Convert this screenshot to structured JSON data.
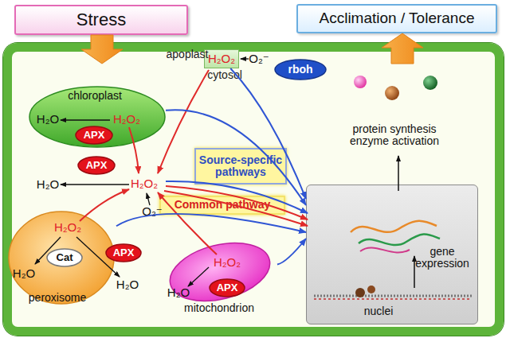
{
  "diagram": {
    "nodes": [
      {
        "text": [
          "Stress"
        ]
      },
      {
        "text": [
          "Acclimation / Tolerance"
        ]
      },
      {
        "text": [
          "apoplast",
          "cytosol"
        ]
      },
      {
        "text": [
          "H₂O₂"
        ],
        "in": 2
      },
      {
        "text": [
          "rboh"
        ],
        "in": 2
      },
      {
        "text": [
          "chloroplast",
          "H₂O",
          "H₂O₂"
        ],
        "in": 2
      },
      {
        "text": [
          "APX"
        ],
        "in": 5
      },
      {
        "text": [
          "APX"
        ],
        "in": 2
      },
      {
        "text": [
          "Source-specific pathways"
        ],
        "in": 2
      },
      {
        "text": [
          "Common pathway"
        ],
        "in": 2
      },
      {
        "text": [
          "H₂O₂",
          "H₂O",
          "peroxisome"
        ],
        "in": 2
      },
      {
        "text": [
          "Cat"
        ],
        "in": 10
      },
      {
        "text": [
          "APX"
        ],
        "in": 2
      },
      {
        "text": [
          "H₂O₂",
          "H₂O",
          "mitochondrion"
        ],
        "in": 2
      },
      {
        "text": [
          "APX"
        ],
        "in": 13
      },
      {
        "text": [
          "gene expression",
          "nuclei"
        ],
        "in": 2
      }
    ],
    "edges": [
      {
        "from": 0,
        "to": 2,
        "arrow": "to"
      },
      {
        "from": 2,
        "to": 1,
        "arrow": "to"
      },
      {
        "from": 3,
        "to": 15,
        "arrow": "to"
      },
      {
        "from": 5,
        "to": 15,
        "arrow": "to"
      },
      {
        "from": 10,
        "to": 15,
        "arrow": "to"
      },
      {
        "from": 13,
        "to": 15,
        "arrow": "to"
      }
    ],
    "labels": [
      "O₂⁻",
      "H₂O",
      "H₂O₂",
      "O₂⁻",
      "H₂O",
      "protein synthesis enzyme activation"
    ]
  }
}
